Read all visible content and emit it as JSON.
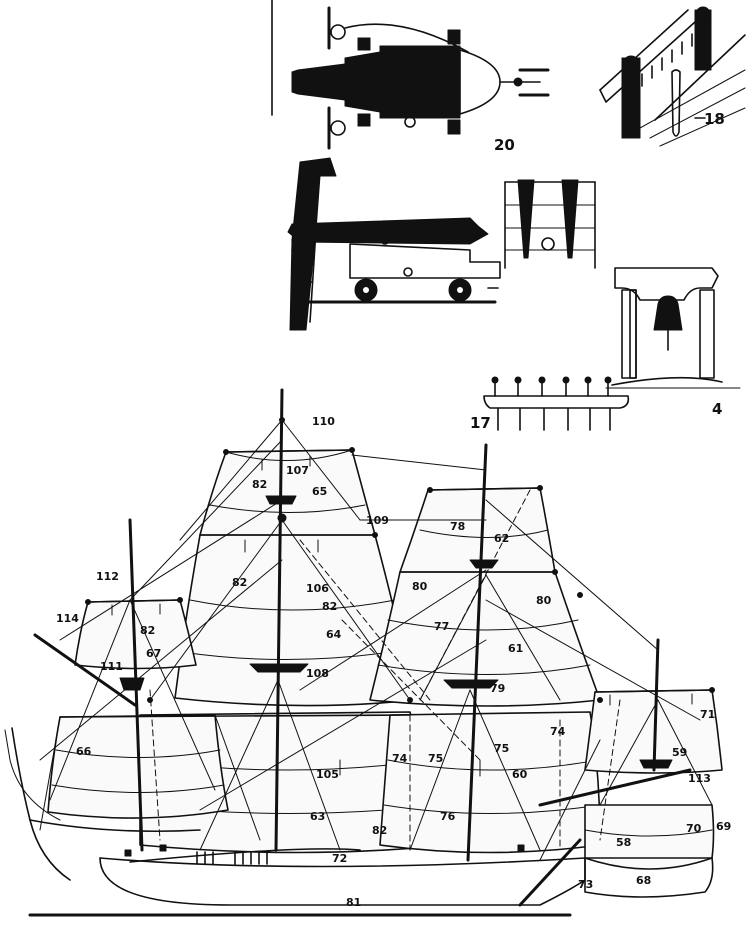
{
  "figure_labels": {
    "cannon_plan": "20",
    "pin_rail": "18",
    "fife_rail": "17",
    "belfry": "4"
  },
  "sail_labels": {
    "sprit_topsail": "114",
    "sprit_top": "112",
    "spritsail_yard": "111",
    "spritsail_upper": "67",
    "spritsail": "66",
    "spritsail_brace": "82",
    "fore_top_mast_head": "110",
    "fore_topgallant": "107",
    "fore_topsail": "65",
    "fore_stay_a": "109",
    "fore_stay_b": "106",
    "fore_top_shroud": "82",
    "fore_topsail_lower": "64",
    "fore_top": "108",
    "fore_course": "63",
    "fore_sheet": "105",
    "fore_tack": "74",
    "fore_brace": "82",
    "main_topsail": "62",
    "main_topsail_stay": "78",
    "main_shroud_left": "80",
    "main_shroud_right": "80",
    "main_stay": "77",
    "main_topsail_lower": "61",
    "main_top": "79",
    "main_tack": "74",
    "main_clew_left": "75",
    "main_clew_right": "75",
    "main_course": "60",
    "main_bowline": "76",
    "mizzen_topsail": "71",
    "mizzen_course": "59",
    "mizzen_yard": "113",
    "mizzen_sheet": "70",
    "mizzen_brace": "69",
    "lateen": "58",
    "gunwale_line": "72",
    "hull_bottom_fore": "81",
    "rudder": "73",
    "hull_bottom_aft": "68"
  }
}
